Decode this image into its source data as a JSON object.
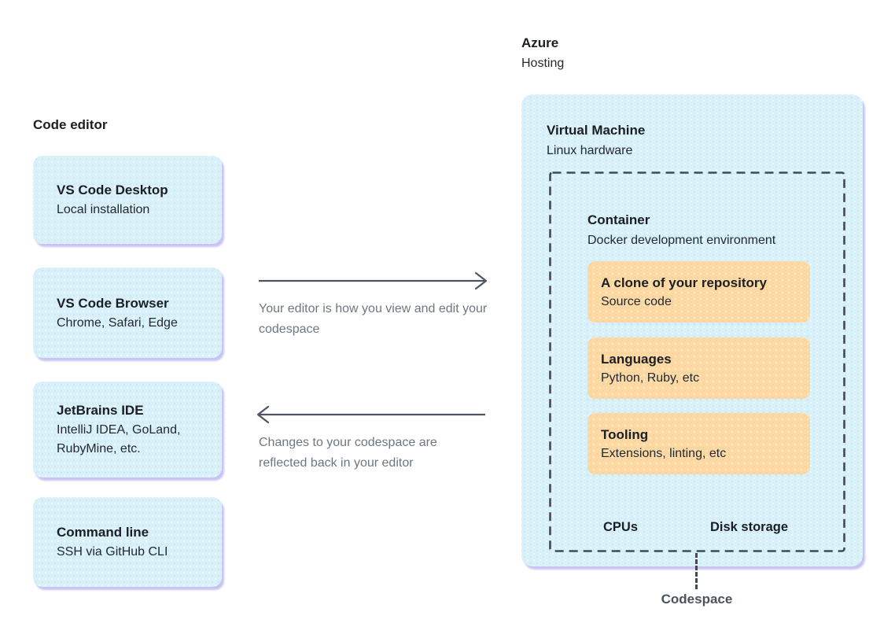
{
  "left_panel": {
    "title": "Code editor",
    "boxes": [
      {
        "title": "VS Code Desktop",
        "subtitle": "Local installation"
      },
      {
        "title": "VS Code Browser",
        "subtitle": "Chrome, Safari, Edge"
      },
      {
        "title": "JetBrains IDE",
        "subtitle": "IntelliJ IDEA, GoLand, RubyMine, etc."
      },
      {
        "title": "Command line",
        "subtitle": "SSH via GitHub CLI"
      }
    ]
  },
  "flows": [
    {
      "direction": "right",
      "label": "Your editor is how you view and edit your codespace"
    },
    {
      "direction": "left",
      "label": "Changes to your codespace are reflected back in your editor"
    }
  ],
  "right_panel": {
    "header_title": "Azure",
    "header_subtitle": "Hosting",
    "vm": {
      "title": "Virtual Machine",
      "subtitle": "Linux hardware"
    },
    "container": {
      "title": "Container",
      "subtitle": "Docker development environment",
      "boxes": [
        {
          "title": "A clone of your repository",
          "subtitle": "Source code"
        },
        {
          "title": "Languages",
          "subtitle": "Python, Ruby, etc"
        },
        {
          "title": "Tooling",
          "subtitle": "Extensions, linting, etc"
        }
      ],
      "footer": [
        "CPUs",
        "Disk storage"
      ]
    },
    "callout": "Codespace"
  },
  "colors": {
    "blue_fill": "#d8f1f9",
    "orange_fill": "#fcd9a3",
    "shadow_purple": "#9c92e8",
    "dash_color": "#424a52",
    "arrow_color": "#4c5560",
    "muted_text": "#6e7781",
    "ink": "#1b1f23"
  }
}
